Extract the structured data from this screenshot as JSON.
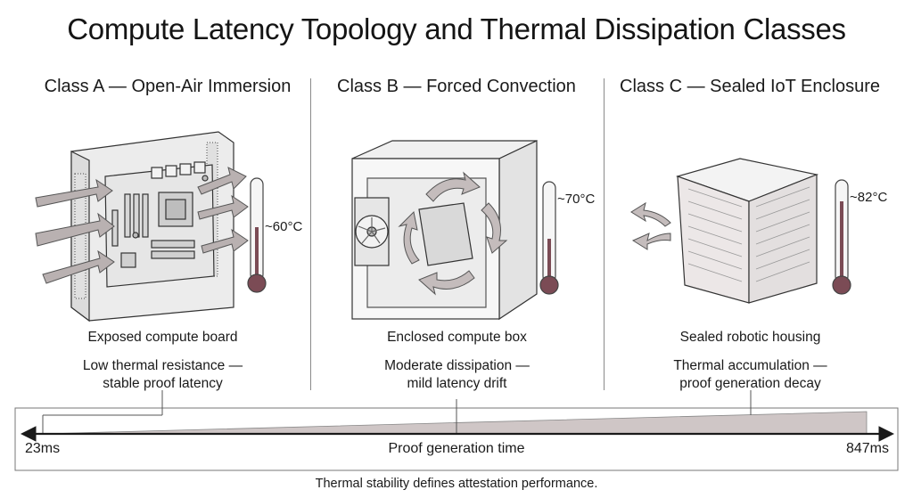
{
  "title": "Compute Latency Topology and Thermal Dissipation Classes",
  "classes": [
    {
      "heading": "Class A — Open-Air Immersion",
      "temperature": "~60°C",
      "caption": "Exposed compute board",
      "description_line1": "Low thermal resistance —",
      "description_line2": "stable proof latency"
    },
    {
      "heading": "Class B — Forced Convection",
      "temperature": "~70°C",
      "caption": "Enclosed compute box",
      "description_line1": "Moderate dissipation —",
      "description_line2": "mild latency drift"
    },
    {
      "heading": "Class C — Sealed IoT Enclosure",
      "temperature": "~82°C",
      "caption": "Sealed robotic housing",
      "description_line1": "Thermal accumulation —",
      "description_line2": "proof generation decay"
    }
  ],
  "axis": {
    "min_label": "23ms",
    "max_label": "847ms",
    "center_label": "Proof generation time"
  },
  "footer": "Thermal stability defines attestation performance."
}
